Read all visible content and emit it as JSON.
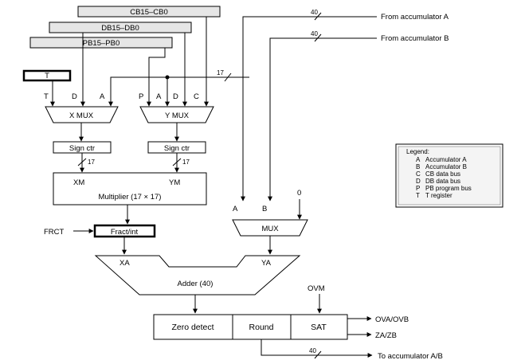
{
  "buses": {
    "cb": "CB15–CB0",
    "db": "DB15–DB0",
    "pb": "PB15–PB0"
  },
  "inputs": {
    "acc_a": "From accumulator A",
    "acc_b": "From accumulator B",
    "width_40": "40",
    "width_17": "17",
    "zero": "0",
    "frct": "FRCT",
    "ovm": "OVM"
  },
  "registers": {
    "t": "T",
    "fract": "Fract/int"
  },
  "xmux": {
    "label": "X MUX",
    "in_t": "T",
    "in_d": "D",
    "in_a": "A"
  },
  "ymux": {
    "label": "Y MUX",
    "in_p": "P",
    "in_a": "A",
    "in_d": "D",
    "in_c": "C"
  },
  "sign_ctr": {
    "x": "Sign ctr",
    "y": "Sign ctr",
    "x_width": "17",
    "y_width": "17"
  },
  "multiplier": {
    "xm": "XM",
    "ym": "YM",
    "label": "Multiplier (17 × 17)"
  },
  "mux": {
    "label": "MUX",
    "in_a": "A",
    "in_b": "B"
  },
  "adder": {
    "xa": "XA",
    "ya": "YA",
    "label": "Adder (40)"
  },
  "output_stage": {
    "zero_detect": "Zero detect",
    "round": "Round",
    "sat": "SAT"
  },
  "outputs": {
    "ova": "OVA/OVB",
    "za": "ZA/ZB",
    "to_acc": "To accumulator A/B",
    "width_40": "40"
  },
  "legend": {
    "title": "Legend:",
    "items": [
      {
        "key": "A",
        "desc": "Accumulator A"
      },
      {
        "key": "B",
        "desc": "Accumulator B"
      },
      {
        "key": "C",
        "desc": "CB data bus"
      },
      {
        "key": "D",
        "desc": "DB data bus"
      },
      {
        "key": "P",
        "desc": "PB program bus"
      },
      {
        "key": "T",
        "desc": "T register"
      }
    ]
  }
}
